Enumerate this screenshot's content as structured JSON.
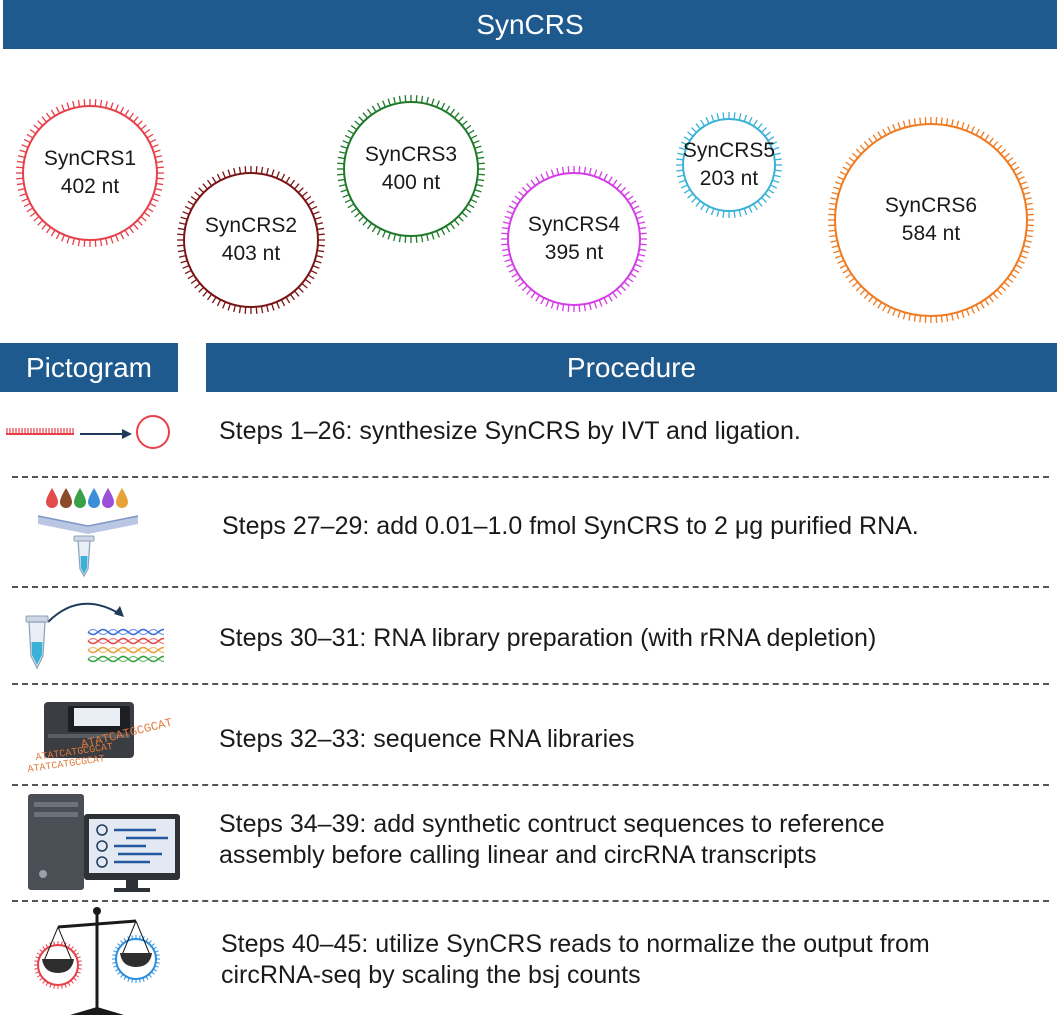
{
  "title": "SynCRS",
  "constructs": [
    {
      "name": "SynCRS1",
      "length": "402 nt",
      "color": "#e8404a"
    },
    {
      "name": "SynCRS2",
      "length": "403 nt",
      "color": "#7a1414"
    },
    {
      "name": "SynCRS3",
      "length": "400 nt",
      "color": "#1e7a2a"
    },
    {
      "name": "SynCRS4",
      "length": "395 nt",
      "color": "#d43ee6"
    },
    {
      "name": "SynCRS5",
      "length": "203 nt",
      "color": "#3ab2d8"
    },
    {
      "name": "SynCRS6",
      "length": "584 nt",
      "color": "#f07a20"
    }
  ],
  "headers": {
    "pictogram": "Pictogram",
    "procedure": "Procedure"
  },
  "steps": [
    {
      "text": "Steps 1–26: synthesize SynCRS by IVT and ligation.",
      "icon": "rna-to-circle-icon"
    },
    {
      "text": "Steps 27–29: add 0.01–1.0 fmol SynCRS to 2 μg purified RNA.",
      "icon": "pipette-droplets-icon"
    },
    {
      "text": "Steps 30–31: RNA library preparation (with rRNA depletion)",
      "icon": "tube-to-library-icon"
    },
    {
      "text": "Steps 32–33: sequence RNA libraries",
      "icon": "sequencer-icon"
    },
    {
      "text": "Steps 34–39: add synthetic contruct sequences to reference",
      "text2": "assembly before calling linear and circRNA transcripts",
      "icon": "computer-icon"
    },
    {
      "text": "Steps 40–45: utilize SynCRS reads to normalize the output from",
      "text2": "circRNA-seq by scaling the bsj counts",
      "icon": "balance-scale-icon"
    }
  ],
  "sequence_text": "ATATCATGCGCAT"
}
